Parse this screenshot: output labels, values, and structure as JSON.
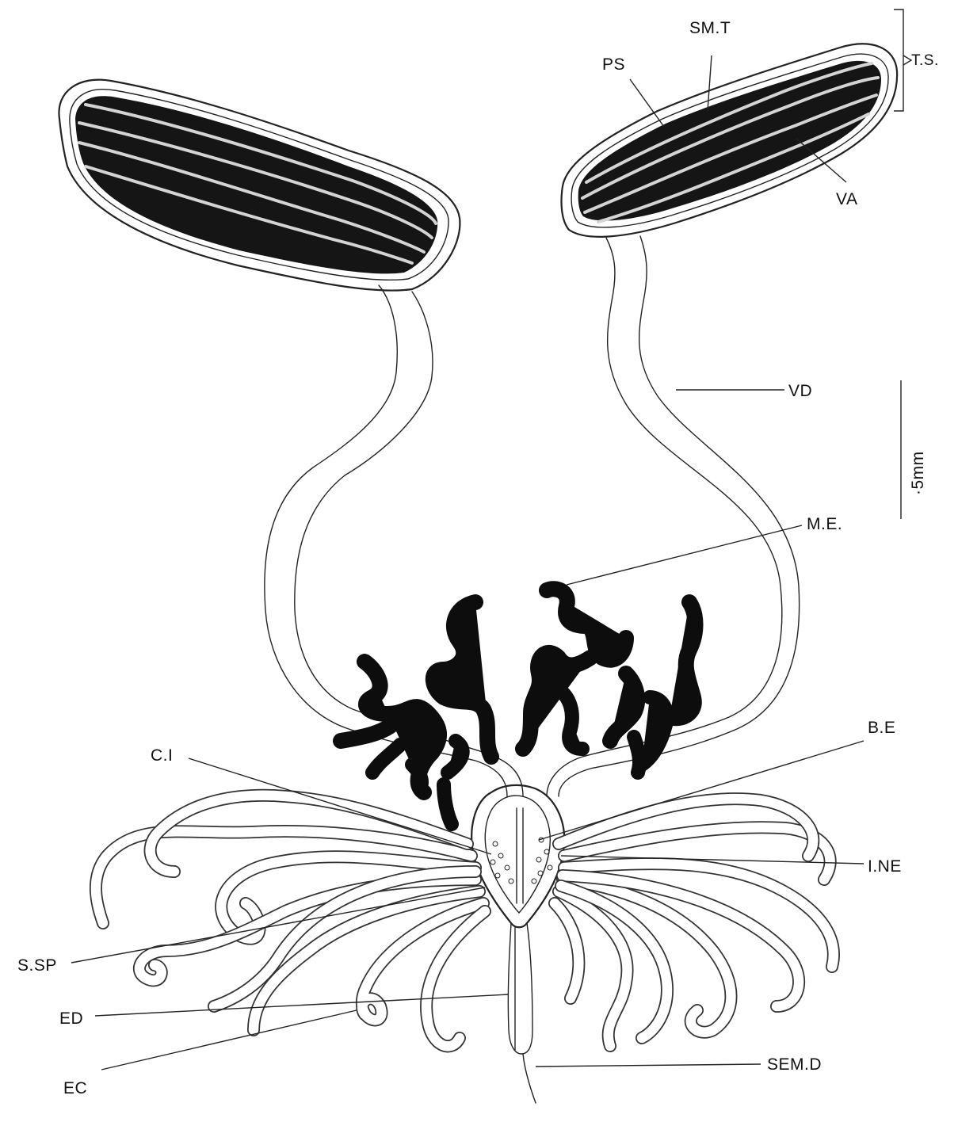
{
  "labels": {
    "ts": "T.S.",
    "smt": "SM.T",
    "ps": "PS",
    "va": "VA",
    "vd": "VD",
    "scale": "·5mm",
    "me": "M.E.",
    "be": "B.E",
    "ci": "C.I",
    "ine": "I.NE",
    "ssp": "S.SP",
    "ed": "ED",
    "ec": "EC",
    "semd": "SEM.D"
  }
}
